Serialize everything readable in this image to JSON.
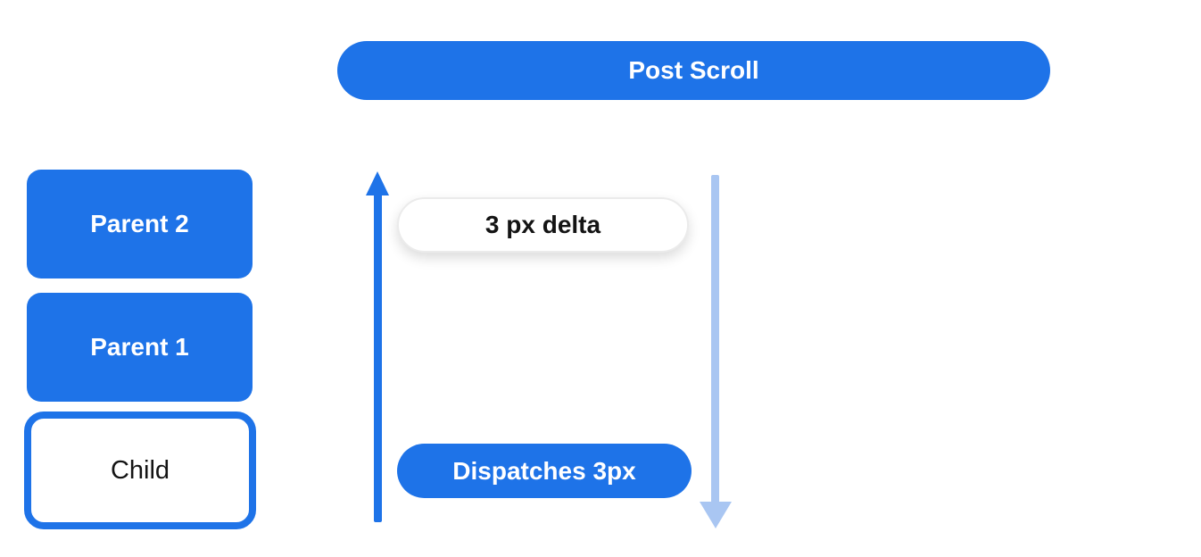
{
  "colors": {
    "accent": "#1e73e8",
    "light_arrow": "#a9c6f2",
    "delta_border": "#ebebeb",
    "text_light": "#ffffff",
    "text_dark": "#141414",
    "bg": "#ffffff"
  },
  "header": {
    "post_scroll_label": "Post Scroll"
  },
  "node_stack": {
    "items": [
      {
        "label": "Parent 2",
        "variant": "filled"
      },
      {
        "label": "Parent 1",
        "variant": "filled"
      },
      {
        "label": "Child",
        "variant": "outlined"
      }
    ]
  },
  "flow": {
    "delta_label": "3 px delta",
    "dispatch_label": "Dispatches 3px",
    "up_arrow_meaning": "notification-bubbles-up",
    "down_arrow_meaning": "scroll-delta-dispatched-down"
  }
}
